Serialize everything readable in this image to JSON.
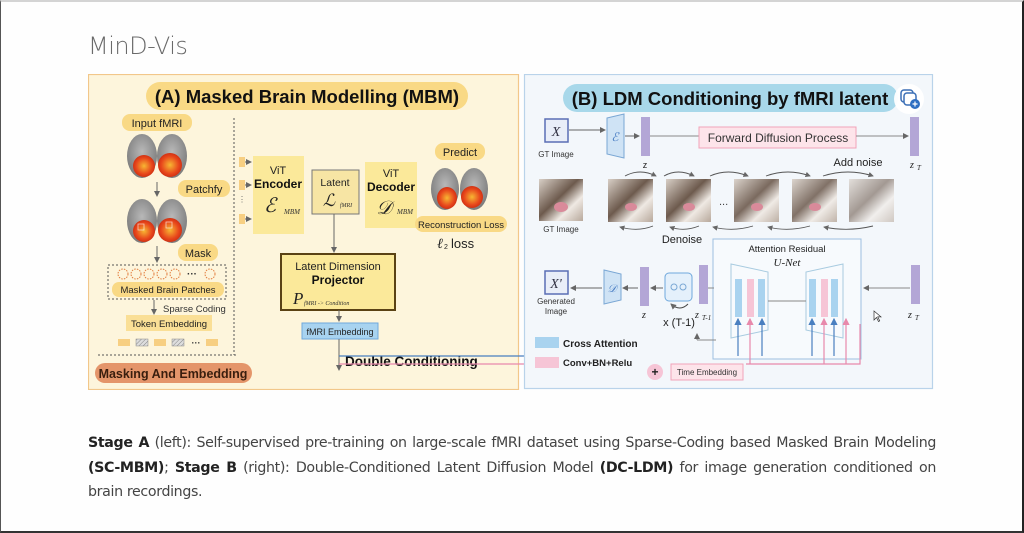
{
  "page": {
    "title": "MinD-Vis"
  },
  "figure": {
    "panel_a": {
      "title": "(A) Masked Brain Modelling (MBM)",
      "input_fmri": "Input fMRI",
      "patchfy": "Patchfy",
      "mask": "Mask",
      "masked_patches": "Masked Brain Patches",
      "sparse_coding": "Sparse Coding",
      "token_embedding": "Token Embedding",
      "masking_and_embedding": "Masking And Embedding",
      "encoder": {
        "line1": "ViT",
        "line2": "Encoder",
        "symbol": "ℰ",
        "subscript": "MBM"
      },
      "latent": {
        "line1": "Latent",
        "symbol": "ℒ",
        "subscript": "fMRI"
      },
      "decoder": {
        "line1": "ViT",
        "line2": "Decoder",
        "symbol": "𝒟",
        "subscript": "MBM"
      },
      "predict": "Predict",
      "reconstruction_loss": "Reconstruction Loss",
      "l2_loss": "loss",
      "l2_symbol": "ℓ",
      "l2_sub": "2",
      "projector": {
        "line1": "Latent Dimension",
        "line2": "Projector",
        "symbol": "P",
        "subscript": "fMRI -> Condition"
      },
      "fmri_embedding": "fMRI Embedding",
      "double_conditioning": "Double Conditioning",
      "ellipsis": "···"
    },
    "panel_b": {
      "title": "(B) LDM Conditioning by fMRI latent",
      "x_symbol": "X",
      "gt_image_top": "GT Image",
      "encoder_symbol": "ℰ",
      "z_label": "z",
      "forward_diffusion": "Forward Diffusion Process",
      "zt_label": "z",
      "zt_sub": "T",
      "add_noise": "Add noise",
      "gt_image_bottom": "GT Image",
      "denoise": "Denoise",
      "ellipsis": "...",
      "attention_residual": "Attention Residual",
      "unet": "U-Net",
      "generated_image": [
        "Generated",
        "Image"
      ],
      "x_prime_symbol": "X'",
      "decoder_symbol": "𝒟",
      "z_bottom": "z",
      "zt1_label": "z",
      "zt1_sub": "T-1",
      "repeat": "x (T-1)",
      "zt_bottom": "z",
      "zt_bottom_sub": "T",
      "legend": [
        {
          "label": "Cross Attention",
          "color": "#a9d3ef"
        },
        {
          "label": "Conv+BN+Relu",
          "color": "#f6c5d6"
        }
      ],
      "time_embedding": "Time Embedding",
      "plus": "+"
    },
    "colors": {
      "panel_a_bg": "#fdf5dc",
      "panel_a_border": "#f2c78a",
      "panel_a_title_bg": "#f9d985",
      "panel_b_bg": "#f3f7fb",
      "panel_b_border": "#b9d3ea",
      "panel_b_title_bg": "#a8d8ea",
      "latent_bar": "#b3a6d6",
      "cross_attention": "#6fa8dc",
      "conv": "#e889ab",
      "projector_border": "#5a4214"
    }
  },
  "caption": {
    "segments": [
      {
        "text": "Stage A",
        "bold": true
      },
      {
        "text": " (left): Self-supervised pre-training on large-scale fMRI dataset using Sparse-Coding based Masked Brain Modeling ",
        "bold": false
      },
      {
        "text": "(SC-MBM)",
        "bold": true
      },
      {
        "text": "; ",
        "bold": false
      },
      {
        "text": "Stage B",
        "bold": true
      },
      {
        "text": " (right): Double-Conditioned Latent Diffusion Model ",
        "bold": false
      },
      {
        "text": "(DC-LDM)",
        "bold": true
      },
      {
        "text": " for image generation conditioned on brain recordings.",
        "bold": false
      }
    ]
  }
}
